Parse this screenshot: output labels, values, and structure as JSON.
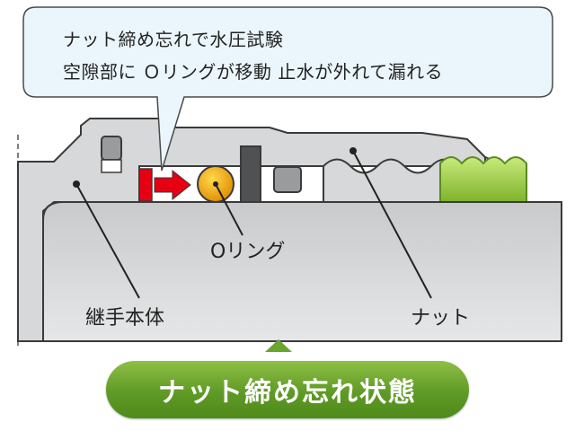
{
  "callout": {
    "line1": "ナット締め忘れで水圧試験",
    "line2": "空隙部に Ｏリングが移動 止水が外れて漏れる"
  },
  "labels": {
    "oring": "Oリング",
    "body": "継手本体",
    "nut": "ナット"
  },
  "banner": {
    "text": "ナット締め忘れ状態"
  },
  "colors": {
    "callout_bg": "#eaf6fb",
    "pipe_gray": "#d3d4d5",
    "outline": "#3a3a3a",
    "arrow_red": "#e60012",
    "oring_orange": "#f0a800",
    "seal_green": "#9ccc3c",
    "banner_green": "#6aa52e"
  }
}
